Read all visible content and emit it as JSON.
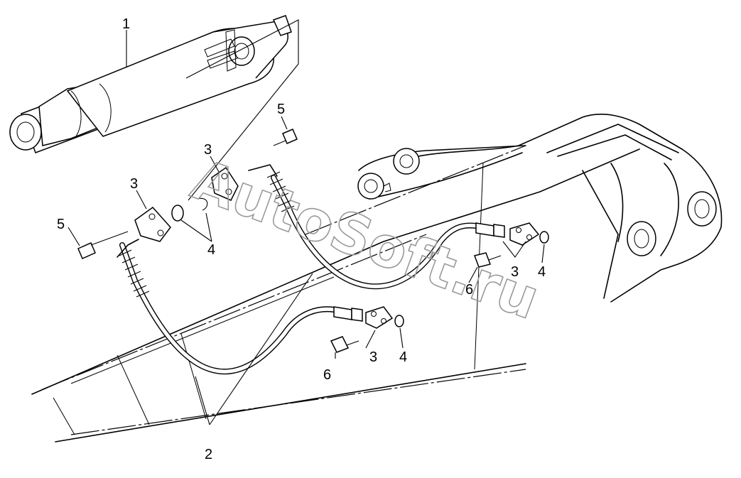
{
  "callouts": [
    {
      "id": "c1",
      "text": "1"
    },
    {
      "id": "c2",
      "text": "2"
    },
    {
      "id": "c3a",
      "text": "3"
    },
    {
      "id": "c3b",
      "text": "3"
    },
    {
      "id": "c3c",
      "text": "3"
    },
    {
      "id": "c3d",
      "text": "3"
    },
    {
      "id": "c4a",
      "text": "4"
    },
    {
      "id": "c4b",
      "text": "4"
    },
    {
      "id": "c4c",
      "text": "4"
    },
    {
      "id": "c5a",
      "text": "5"
    },
    {
      "id": "c5b",
      "text": "5"
    },
    {
      "id": "c6a",
      "text": "6"
    },
    {
      "id": "c6b",
      "text": "6"
    }
  ],
  "watermark": {
    "text": "AutoSoft.ru"
  },
  "colors": {
    "ink": "#000000",
    "watermark": "#9a9a9a",
    "background": "#ffffff"
  }
}
